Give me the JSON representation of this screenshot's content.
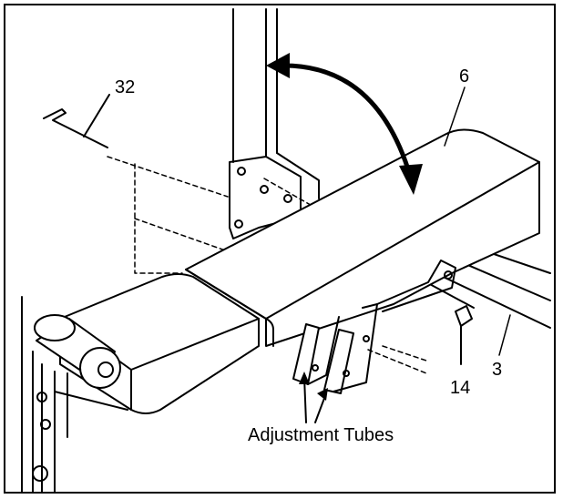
{
  "labels": {
    "part_32": "32",
    "part_6": "6",
    "part_3": "3",
    "part_14": "14",
    "adjustment_tubes": "Adjustment Tubes"
  }
}
